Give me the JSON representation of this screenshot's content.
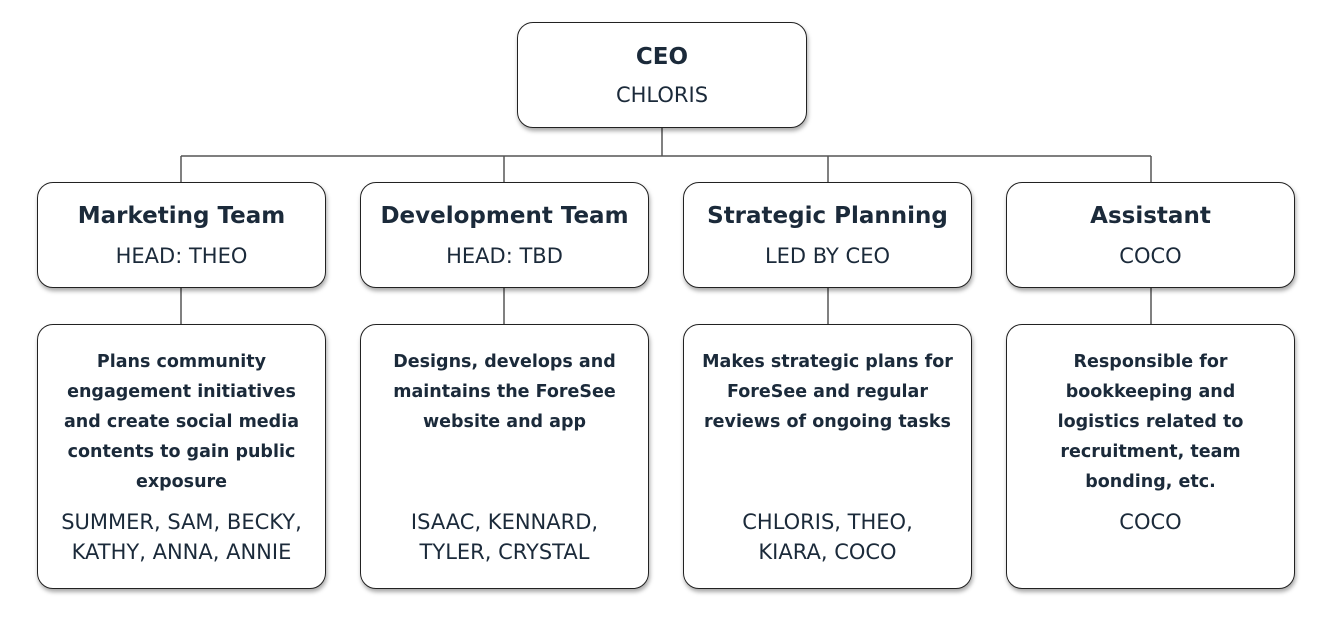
{
  "ceo": {
    "title": "CEO",
    "name": "CHLORIS"
  },
  "teams": [
    {
      "title": "Marketing Team",
      "head": "HEAD: THEO",
      "description": "Plans community engagement initiatives and create social media contents to gain public exposure",
      "members": "SUMMER, SAM, BECKY, KATHY, ANNA, ANNIE"
    },
    {
      "title": "Development Team",
      "head": "HEAD: TBD",
      "description": "Designs, develops and maintains the ForeSee website and app",
      "members": "ISAAC, KENNARD, TYLER, CRYSTAL"
    },
    {
      "title": "Strategic Planning",
      "head": "LED BY CEO",
      "description": "Makes strategic plans for ForeSee and regular reviews of ongoing tasks",
      "members": "CHLORIS, THEO, KIARA, COCO"
    },
    {
      "title": "Assistant",
      "head": "COCO",
      "description": "Responsible for bookkeeping and logistics related to recruitment, team bonding, etc.",
      "members": "COCO"
    }
  ]
}
